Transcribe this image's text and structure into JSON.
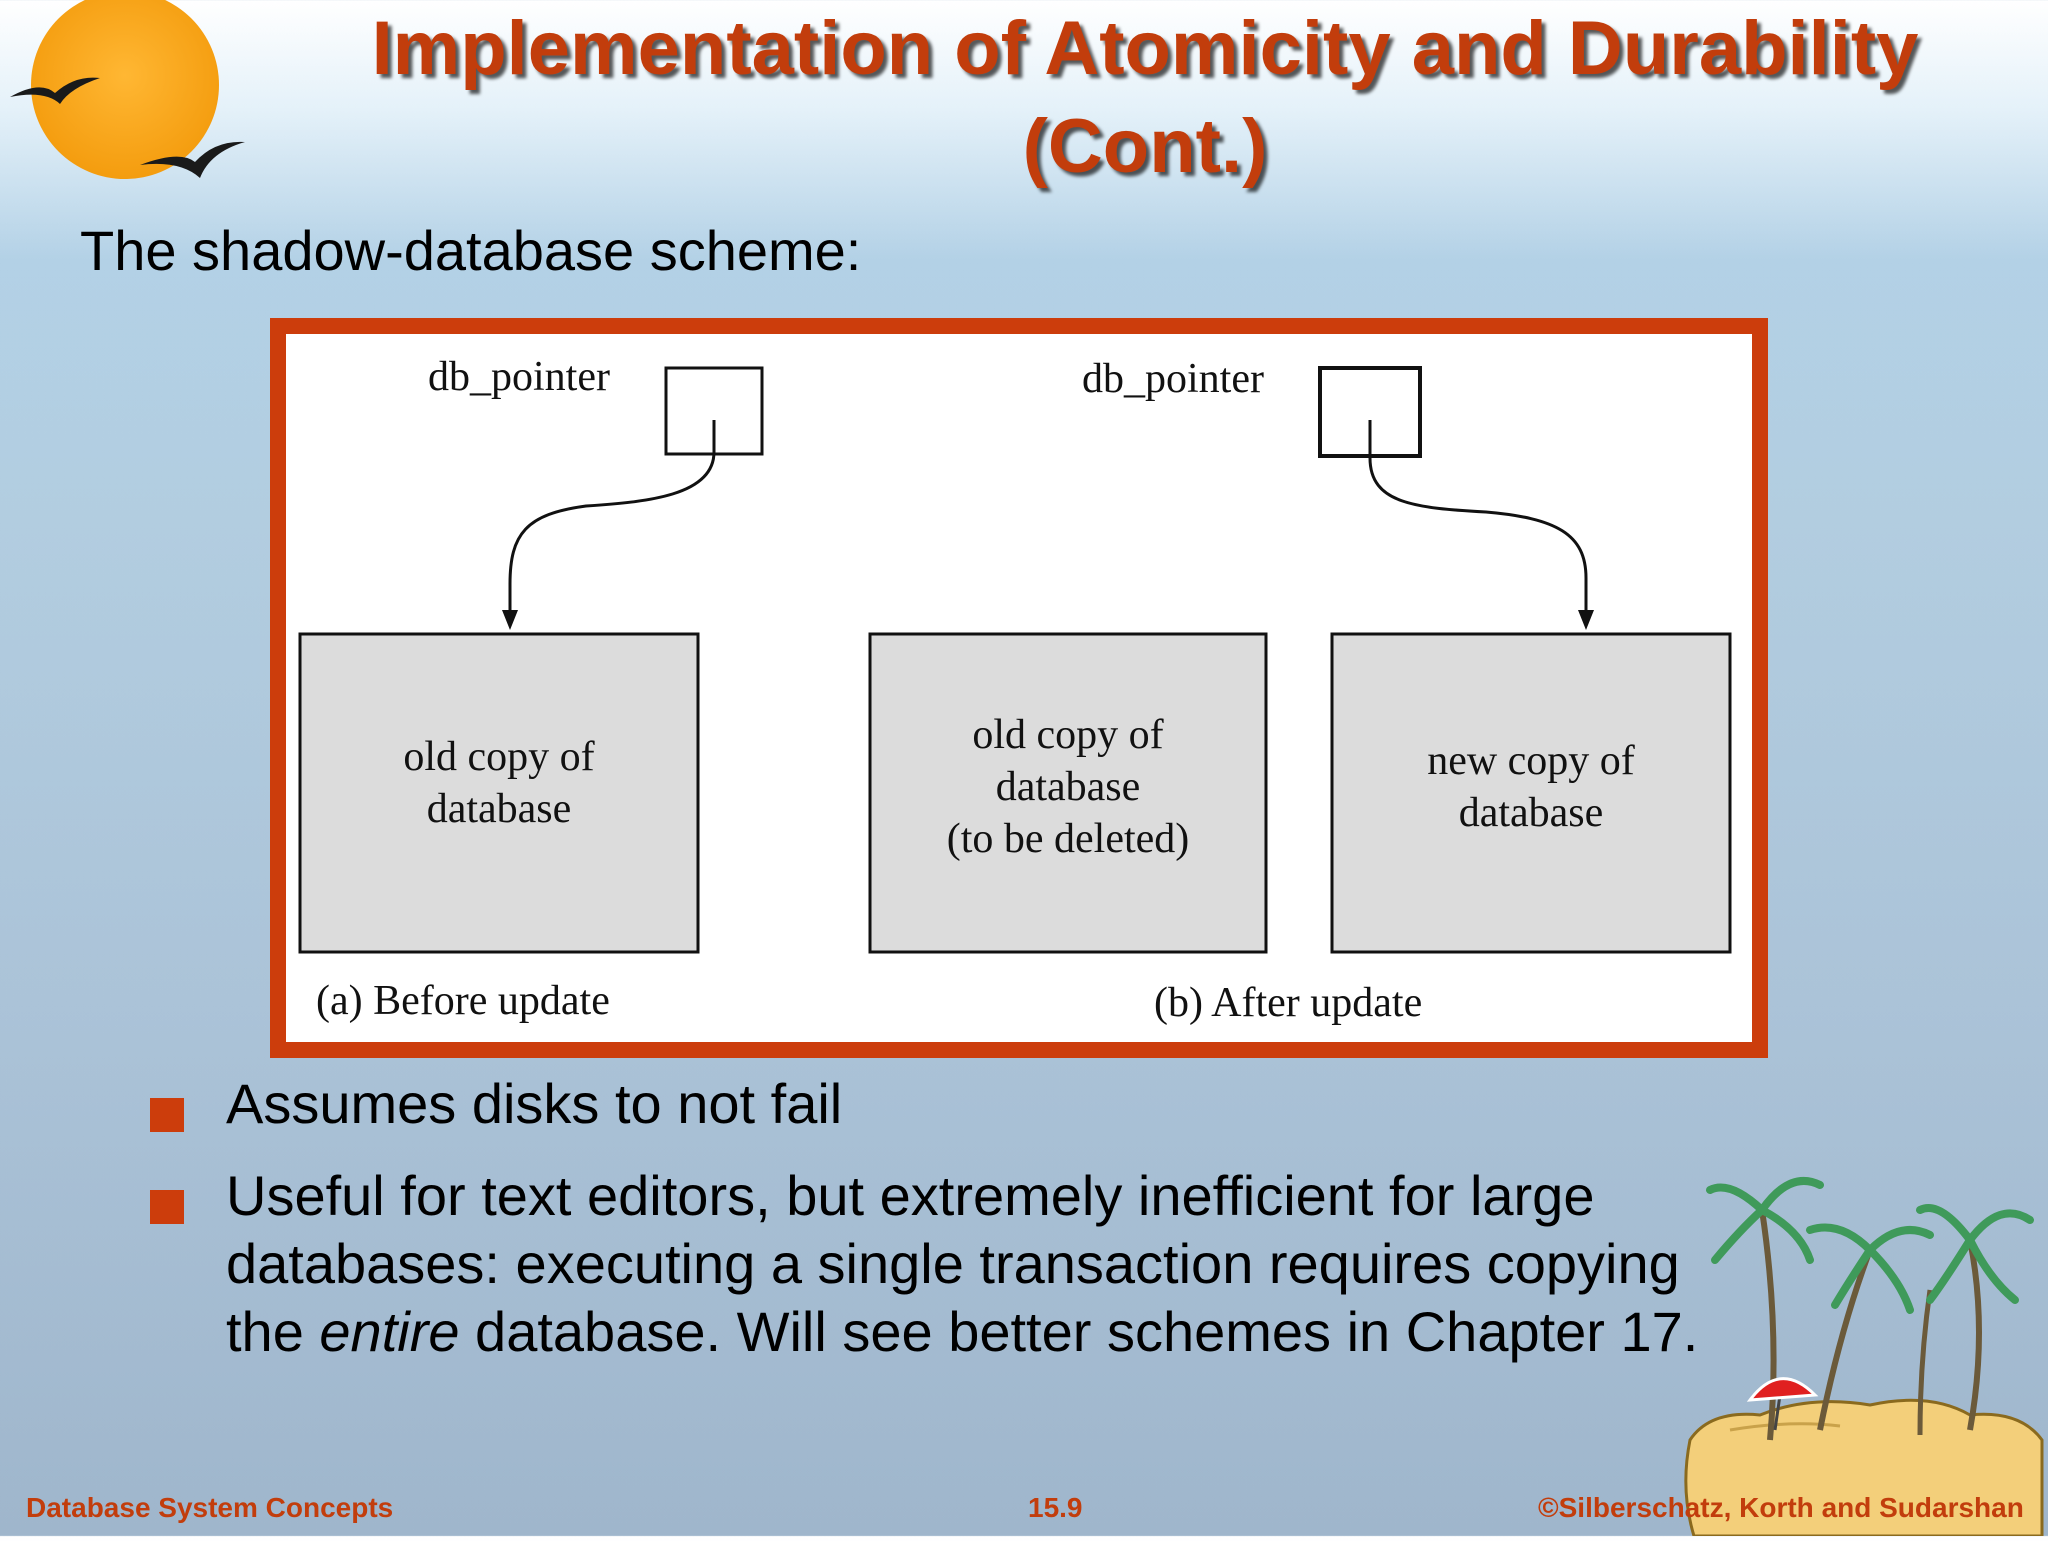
{
  "slide": {
    "title_line1": "Implementation of Atomicity and Durability",
    "title_line2": "(Cont.)",
    "subtitle": "The shadow-database scheme:"
  },
  "figure": {
    "left_pointer_label": "db_pointer",
    "right_pointer_label": "db_pointer",
    "box_a": [
      "old copy of",
      "database"
    ],
    "box_b": [
      "old copy of",
      "database",
      "(to be deleted)"
    ],
    "box_c": [
      "new copy of",
      "database"
    ],
    "caption_a": "(a) Before update",
    "caption_b": "(b) After update",
    "colors": {
      "frame": "#cc3d0c",
      "box_fill": "#dcdcdc"
    }
  },
  "bullets": {
    "item1": "Assumes disks to not fail",
    "item2_part1": "Useful for text editors, but extremely inefficient for large databases: executing a single transaction requires copying the ",
    "item2_emph": "entire",
    "item2_part2": " database.  Will see better schemes in Chapter 17."
  },
  "footer": {
    "left": "Database System Concepts",
    "center": "15.9",
    "right": "©Silberschatz, Korth and Sudarshan"
  },
  "decor": {
    "logo_icon": "sunset-birds-icon",
    "corner_icon": "palm-island-icon"
  }
}
